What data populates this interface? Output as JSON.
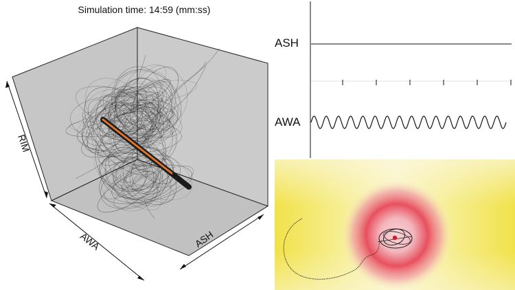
{
  "header": {
    "simulation_time": "Simulation time: 14:59 (mm:ss)"
  },
  "cube": {
    "axis_labels": {
      "x": "AWA",
      "y": "ASH",
      "z": "RIM"
    }
  },
  "traces": [
    {
      "label": "ASH",
      "waveform": "flat"
    },
    {
      "label": "AWA",
      "waveform": "sine",
      "cycles": 16
    }
  ],
  "colors": {
    "cube_face": "#c8c8c8",
    "trajectory": "#333333",
    "highlight": "#e0742a",
    "heat_outer": "#f1e24a",
    "heat_core": "#e8505f",
    "marker": "#d11f2a"
  }
}
